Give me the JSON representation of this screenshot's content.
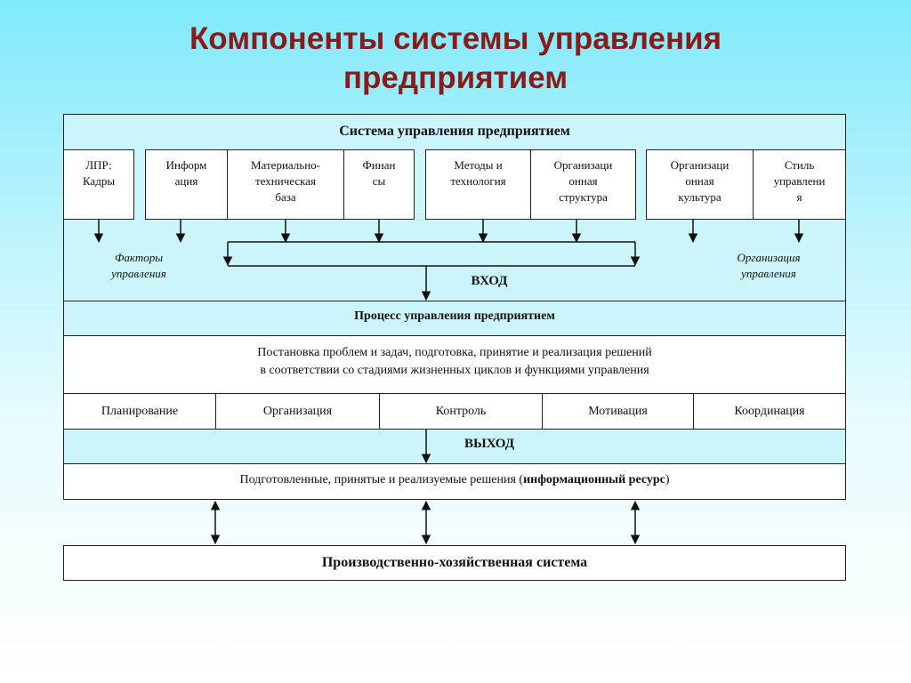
{
  "title_line1": "Компоненты системы управления",
  "title_line2": "предприятием",
  "system_header": "Система управления предприятием",
  "factors": [
    {
      "l1": "ЛПР:",
      "l2": "Кадры",
      "l3": ""
    },
    {
      "l1": "Информ",
      "l2": "ация",
      "l3": ""
    },
    {
      "l1": "Материально-",
      "l2": "техническая",
      "l3": "база"
    },
    {
      "l1": "Финан",
      "l2": "сы",
      "l3": ""
    },
    {
      "l1": "Методы и",
      "l2": "технология",
      "l3": ""
    },
    {
      "l1": "Организаци",
      "l2": "онная",
      "l3": "структура"
    },
    {
      "l1": "Организаци",
      "l2": "онная",
      "l3": "культура"
    },
    {
      "l1": "Стиль",
      "l2": "управлени",
      "l3": "я"
    }
  ],
  "factors_label_l1": "Факторы",
  "factors_label_l2": "управления",
  "org_label_l1": "Организация",
  "org_label_l2": "управления",
  "input_label": "ВХОД",
  "process_header": "Процесс управления предприятием",
  "process_desc_l1": "Постановка проблем и задач, подготовка, принятие и реализация решений",
  "process_desc_l2": "в соответствии со стадиями жизненных циклов и функциями управления",
  "functions": [
    "Планирование",
    "Организация",
    "Контроль",
    "Мотивация",
    "Координация"
  ],
  "output_label": "ВЫХОД",
  "output_text_pre": "Подготовленные, принятые и реализуемые решения (",
  "output_text_bold": "информационный ресурс",
  "output_text_post": ")",
  "production_system": "Производственно-хозяйственная система",
  "colors": {
    "title": "#8b1a1a",
    "panel": "#ccf5fb",
    "line": "#222222"
  }
}
